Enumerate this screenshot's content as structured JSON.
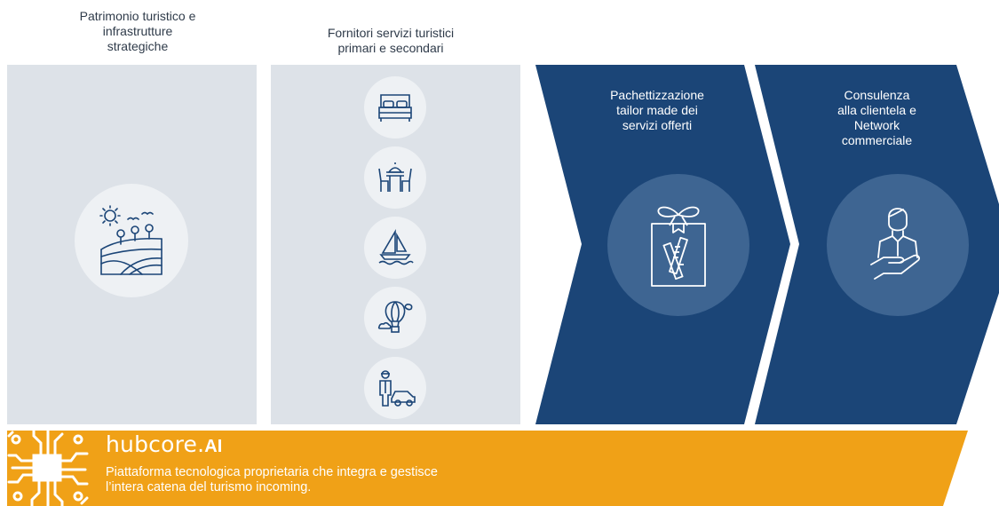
{
  "columns": [
    {
      "title_lines": [
        "Patrimonio turistico e",
        "infrastrutture",
        "strategiche"
      ],
      "icons": [
        "landscape-sun-hills-icon"
      ]
    },
    {
      "title_lines": [
        "Fornitori servizi turistici",
        "primari e secondari"
      ],
      "icons": [
        "bed-icon",
        "dining-table-icon",
        "sailboat-icon",
        "hot-air-balloon-icon",
        "driver-car-icon"
      ]
    }
  ],
  "arrows": [
    {
      "text_lines": [
        "Pachettizzazione",
        "tailor made dei",
        "servizi offerti"
      ],
      "icon": "gift-package-icon"
    },
    {
      "text_lines": [
        "Consulenza",
        "alla clientela e",
        "Network",
        "commerciale"
      ],
      "icon": "person-hand-icon"
    }
  ],
  "banner": {
    "brand": "hubcore.",
    "brand_suffix": "AI",
    "description_lines": [
      "Piattaforma tecnologica proprietaria che integra e gestisce",
      "l’intera catena del turismo incoming."
    ],
    "logo_icon": "circuit-chip-icon"
  },
  "colors": {
    "panel": "#dde2e8",
    "arrow": "#1b4577",
    "arrow_circle": "#3e6592",
    "banner": "#f0a117",
    "text": "#2f3b4a"
  }
}
